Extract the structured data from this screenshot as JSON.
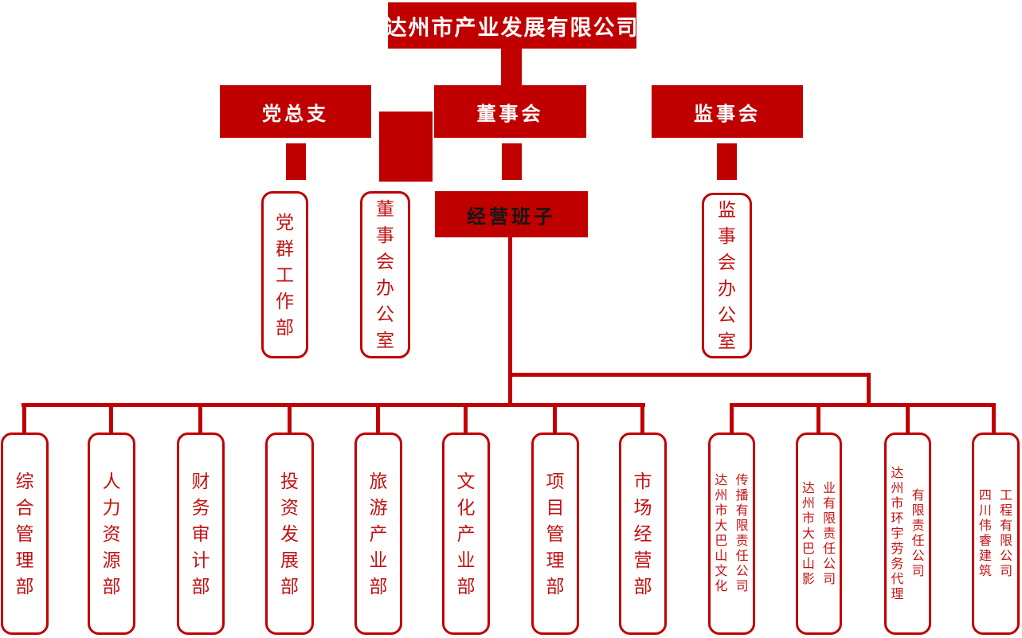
{
  "colors": {
    "red": "#c00000",
    "text_red": "#c31212",
    "management_text": "#161616",
    "background": "#ffffff"
  },
  "root": {
    "label": "达州市产业发展有限公司"
  },
  "level2": {
    "party": {
      "label": "党总支"
    },
    "board": {
      "label": "董事会"
    },
    "supervisory": {
      "label": "监事会"
    }
  },
  "management": {
    "label": "经营班子"
  },
  "offices": [
    {
      "label": "党群工作部"
    },
    {
      "label": "董事会办公室"
    },
    {
      "label": "监事会办公室"
    }
  ],
  "departments": [
    {
      "label": "综合管理部"
    },
    {
      "label": "人力资源部"
    },
    {
      "label": "财务审计部"
    },
    {
      "label": "投资发展部"
    },
    {
      "label": "旅游产业部"
    },
    {
      "label": "文化产业部"
    },
    {
      "label": "项目管理部"
    },
    {
      "label": "市场经营部"
    }
  ],
  "subsidiaries": [
    {
      "name": "达州市大巴山文化传播有限责任公司",
      "col1": "达州市大巴山文化",
      "col2": "传播有限责任公司"
    },
    {
      "name": "达州市大巴山影业有限责任公司",
      "col1": "达州市大巴山影",
      "col2": "业有限责任公司"
    },
    {
      "name": "达州市环宇劳务代理有限责任公司",
      "col1": "达州市环宇劳务代理",
      "col2": "有限责任公司"
    },
    {
      "name": "四川伟睿建筑工程有限公司",
      "col1": "四川伟睿建筑",
      "col2": "工程有限公司"
    }
  ]
}
